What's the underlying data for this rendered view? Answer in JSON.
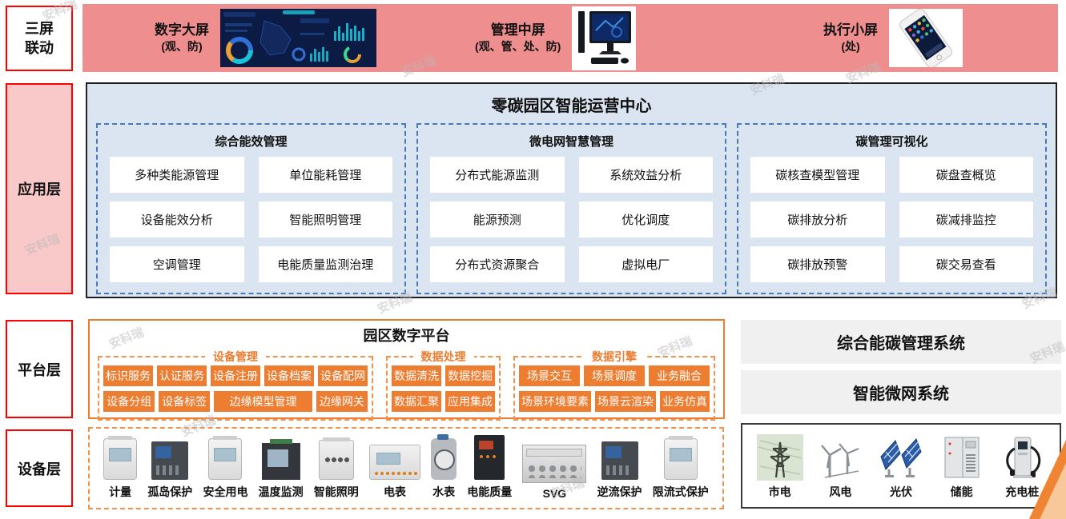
{
  "watermark": "安科瑞",
  "colors": {
    "banner_pink": "#ef8e8e",
    "label_red_border": "#ff0000",
    "app_layer_blue_bg": "#dbe5f1",
    "dashed_blue": "#4a7ab5",
    "platform_orange": "#ed7d31",
    "system_grey_bg": "#f0f0f0"
  },
  "screens_row": {
    "label": "三屏联动",
    "screens": [
      {
        "title": "数字大屏",
        "subtitle": "(观、防)",
        "icon": "dashboard-screen-image"
      },
      {
        "title": "管理中屏",
        "subtitle": "(观、管、处、防)",
        "icon": "desktop-computer-image"
      },
      {
        "title": "执行小屏",
        "subtitle": "(处)",
        "icon": "smartphone-image"
      }
    ]
  },
  "app_layer": {
    "label": "应用层",
    "title": "零碳园区智能运营中心",
    "columns": [
      {
        "title": "综合能效管理",
        "items": [
          "多种类能源管理",
          "单位能耗管理",
          "设备能效分析",
          "智能照明管理",
          "空调管理",
          "电能质量监测治理"
        ]
      },
      {
        "title": "微电网智慧管理",
        "items": [
          "分布式能源监测",
          "系统效益分析",
          "能源预测",
          "优化调度",
          "分布式资源聚合",
          "虚拟电厂"
        ]
      },
      {
        "title": "碳管理可视化",
        "items": [
          "碳核查模型管理",
          "碳盘查概览",
          "碳排放分析",
          "碳减排监控",
          "碳排放预警",
          "碳交易查看"
        ]
      }
    ]
  },
  "platform_layer": {
    "label": "平台层",
    "title": "园区数字平台",
    "sections": [
      {
        "title": "设备管理",
        "rows": [
          [
            "标识服务",
            "认证服务",
            "设备注册",
            "设备档案",
            "设备配网"
          ],
          [
            "设备分组",
            "设备标签",
            "边缘模型管理",
            "边缘网关"
          ]
        ]
      },
      {
        "title": "数据处理",
        "rows": [
          [
            "数据清洗",
            "数据挖掘"
          ],
          [
            "数据汇聚",
            "应用集成"
          ]
        ]
      },
      {
        "title": "数据引擎",
        "rows": [
          [
            "场景交互",
            "场景调度",
            "业务融合"
          ],
          [
            "场景环境要素",
            "场景云渲染",
            "业务仿真"
          ]
        ]
      }
    ],
    "systems": [
      "综合能碳管理系统",
      "智能微网系统"
    ]
  },
  "device_layer": {
    "label": "设备层",
    "devices": [
      {
        "label": "计量",
        "icon": "din-meter-icon"
      },
      {
        "label": "孤岛保护",
        "icon": "protection-relay-icon"
      },
      {
        "label": "安全用电",
        "icon": "safety-monitor-icon"
      },
      {
        "label": "温度监测",
        "icon": "panel-meter-icon"
      },
      {
        "label": "智能照明",
        "icon": "lighting-controller-icon"
      },
      {
        "label": "电表",
        "icon": "energy-meter-icon"
      },
      {
        "label": "水表",
        "icon": "water-meter-icon"
      },
      {
        "label": "电能质量",
        "icon": "power-quality-icon"
      },
      {
        "label": "SVG",
        "icon": "svg-cabinet-icon"
      },
      {
        "label": "逆流保护",
        "icon": "reverse-flow-relay-icon"
      },
      {
        "label": "限流式保护",
        "icon": "current-limit-protector-icon"
      }
    ],
    "energy_sources": [
      {
        "label": "市电",
        "icon": "power-tower-icon"
      },
      {
        "label": "风电",
        "icon": "wind-turbine-icon"
      },
      {
        "label": "光伏",
        "icon": "solar-panel-icon"
      },
      {
        "label": "储能",
        "icon": "battery-cabinet-icon"
      },
      {
        "label": "充电桩",
        "icon": "ev-charger-icon"
      }
    ]
  }
}
